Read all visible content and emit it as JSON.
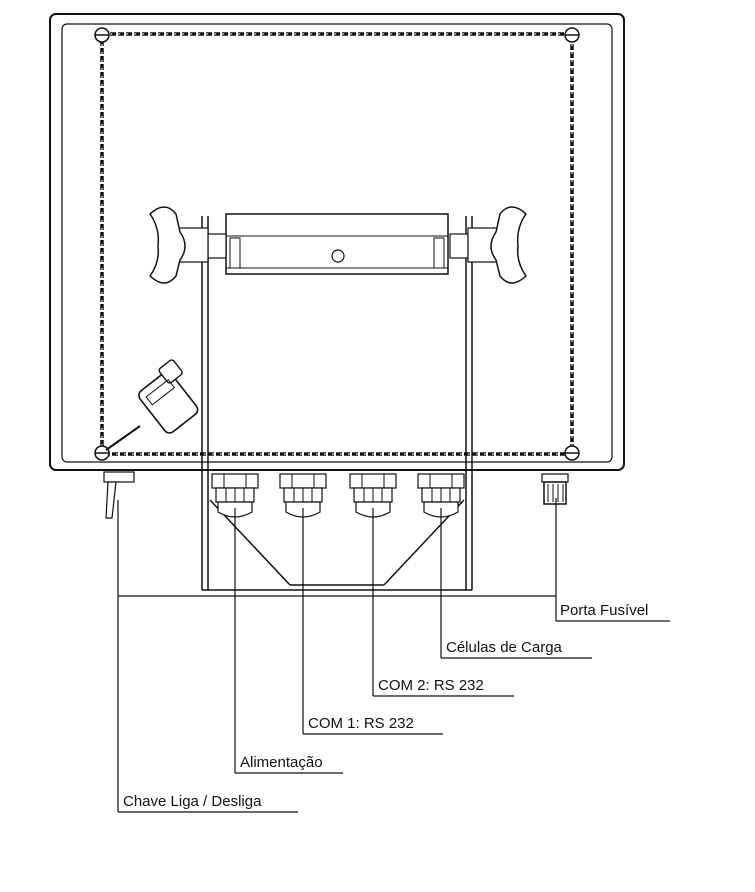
{
  "labels": {
    "porta_fusivel": "Porta Fusível",
    "celulas_de_carga": "Células de Carga",
    "com2": "COM 2: RS 232",
    "com1": "COM 1: RS 232",
    "alimentacao": "Alimentação",
    "chave": "Chave Liga / Desliga"
  },
  "colors": {
    "line": "#111111",
    "background": "#ffffff"
  }
}
